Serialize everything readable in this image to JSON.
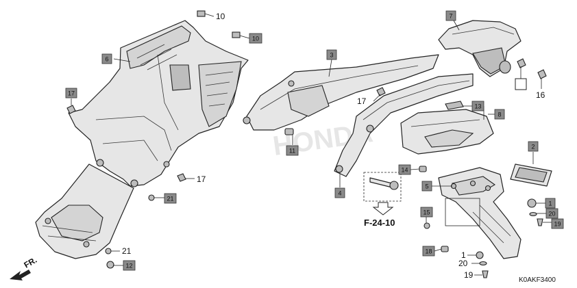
{
  "callouts": [
    {
      "id": "c7",
      "label": "7"
    },
    {
      "id": "c3",
      "label": "3"
    },
    {
      "id": "c6",
      "label": "6"
    },
    {
      "id": "c10b",
      "label": "10"
    },
    {
      "id": "c17a",
      "label": "17"
    },
    {
      "id": "c13",
      "label": "13"
    },
    {
      "id": "c8",
      "label": "8"
    },
    {
      "id": "c11",
      "label": "11"
    },
    {
      "id": "c2",
      "label": "2"
    },
    {
      "id": "c14",
      "label": "14"
    },
    {
      "id": "c4",
      "label": "4"
    },
    {
      "id": "c5",
      "label": "5"
    },
    {
      "id": "c1a",
      "label": "1"
    },
    {
      "id": "c21",
      "label": "21"
    },
    {
      "id": "c20a",
      "label": "20"
    },
    {
      "id": "c19a",
      "label": "19"
    },
    {
      "id": "c15",
      "label": "15"
    },
    {
      "id": "c18",
      "label": "18"
    },
    {
      "id": "c12",
      "label": "12"
    }
  ],
  "plain_labels": {
    "l10": "10",
    "l17b": "17",
    "l16": "16",
    "l17c": "17",
    "l21b": "21",
    "l1b": "1",
    "l20b": "20",
    "l19b": "19"
  },
  "reference": "F-24-10",
  "direction": "FR.",
  "diagram_code": "K0AKF3400",
  "watermark": "HONDA"
}
